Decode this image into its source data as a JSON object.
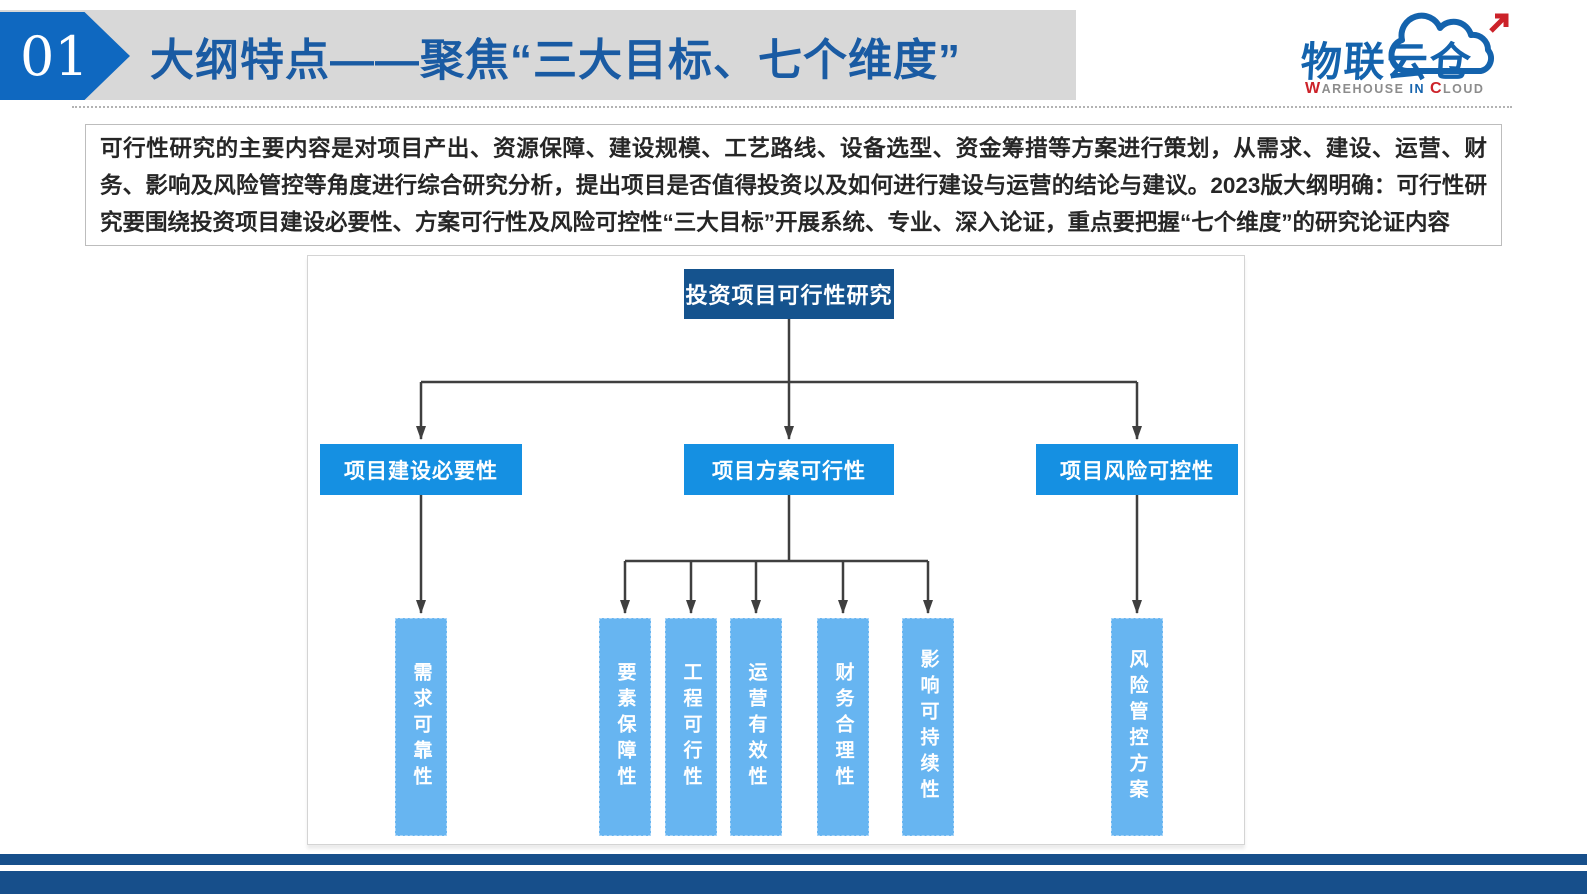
{
  "header": {
    "number": "01",
    "title": "大纲特点——聚焦“三大目标、七个维度”"
  },
  "logo": {
    "name": "物联云仓",
    "subtitle": [
      {
        "text": "W"
      },
      {
        "text": "AREHOUSE"
      },
      {
        "text": "I"
      },
      {
        "text": "N"
      },
      {
        "text": "C"
      },
      {
        "text": "LOUD"
      }
    ]
  },
  "intro": {
    "text": "可行性研究的主要内容是对项目产出、资源保障、建设规模、工艺路线、设备选型、资金筹措等方案进行策划，从需求、建设、运营、财务、影响及风险管控等角度进行综合研究分析，提出项目是否值得投资以及如何进行建设与运营的结论与建议。2023版大纲明确：可行性研究要围绕投资项目建设必要性、方案可行性及风险可控性“三大目标”开展系统、专业、深入论证，重点要把握“七个维度”的研究论证内容"
  },
  "diagram": {
    "root": "投资项目可行性研究",
    "branches": [
      {
        "label": "项目建设必要性",
        "children": [
          "需求可靠性"
        ]
      },
      {
        "label": "项目方案可行性",
        "children": [
          "要素保障性",
          "工程可行性",
          "运营有效性",
          "财务合理性",
          "影响可持续性"
        ]
      },
      {
        "label": "项目风险可控性",
        "children": [
          "风险管控方案"
        ]
      }
    ],
    "leaves": [
      "需求可靠性",
      "要素保障性",
      "工程可行性",
      "运营有效性",
      "财务合理性",
      "影响可持续性",
      "风险管控方案"
    ]
  },
  "colors": {
    "header_bar": "#d8d8d8",
    "badge": "#0f68c0",
    "title": "#1a5ba3",
    "root_node": "#15538e",
    "branch_node": "#1590e2",
    "leaf_node": "#67b5f1",
    "line": "#3f3f3f",
    "footer": "#174f8b",
    "logo_blue": "#1463ad",
    "logo_red": "#cc2229"
  }
}
